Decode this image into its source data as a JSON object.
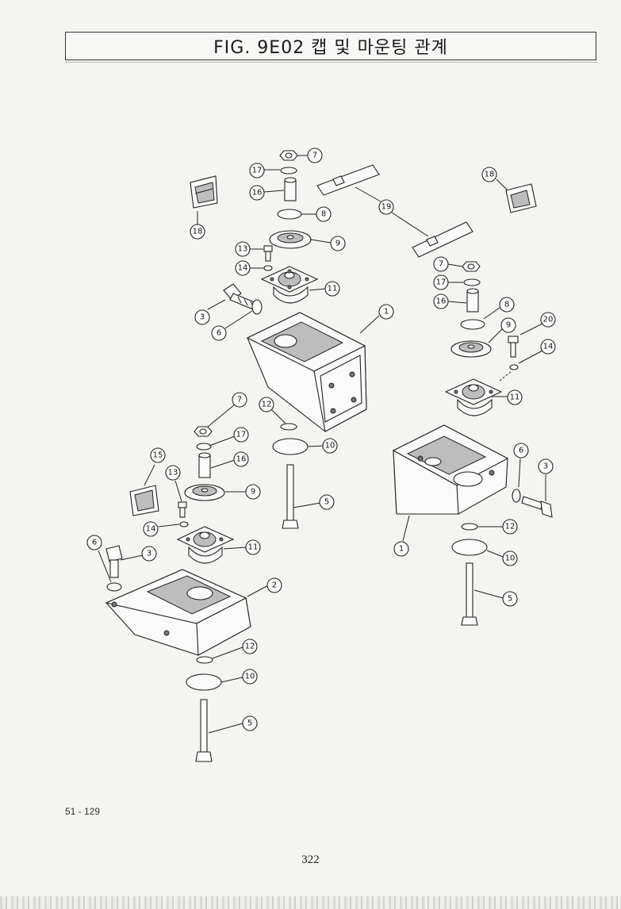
{
  "header": {
    "title": "FIG. 9E02 캡 및 마운팅 관계"
  },
  "footer": {
    "code": "51 - 129",
    "page_number": "322"
  },
  "callouts": {
    "c7a": "7",
    "c17a": "17",
    "c16a": "16",
    "c8a": "8",
    "c9a": "9",
    "c13a": "13",
    "c14a": "14",
    "c11a": "11",
    "c18a": "18",
    "c18b": "18",
    "c19": "19",
    "c3a": "3",
    "c6a": "6",
    "c1a": "1",
    "c7b": "7",
    "c17b": "17",
    "c16b": "16",
    "c8b": "8",
    "c9b": "9",
    "c20": "20",
    "c14b": "14",
    "c11b": "11",
    "c7c": "7",
    "c12a": "12",
    "c17c": "17",
    "c10a": "10",
    "c15": "15",
    "c16c": "16",
    "c13b": "13",
    "c9c": "9",
    "c5a": "5",
    "c14c": "14",
    "c11c": "11",
    "c6b": "6",
    "c3b": "3",
    "c2": "2",
    "c6c": "6",
    "c3c": "3",
    "c1b": "1",
    "c12b": "12",
    "c10b": "10",
    "c5b": "5",
    "c12c": "12",
    "c10c": "10",
    "c5c": "5"
  }
}
